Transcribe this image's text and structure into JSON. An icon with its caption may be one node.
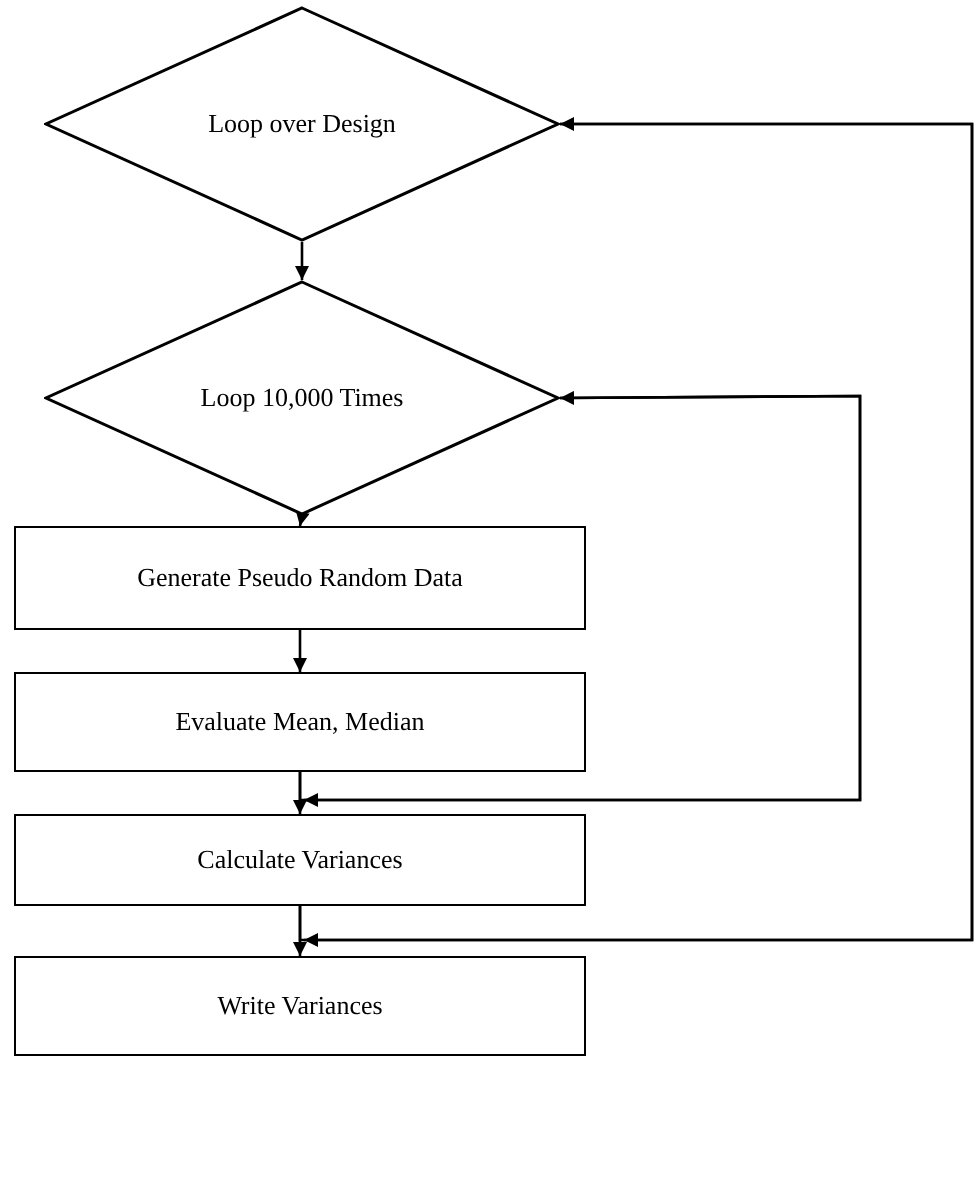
{
  "diagram": {
    "nodes": [
      {
        "text": [
          "Loop over Design"
        ]
      },
      {
        "text": [
          "Loop 10,000 Times"
        ]
      },
      {
        "text": [
          "Generate Pseudo Random Data"
        ]
      },
      {
        "text": [
          "Evaluate Mean, Median"
        ]
      },
      {
        "text": [
          "Calculate Variances"
        ]
      },
      {
        "text": [
          "Write Variances"
        ]
      }
    ],
    "edges": [
      {
        "from": 0,
        "to": 1,
        "arrow": "to"
      },
      {
        "from": 1,
        "to": 2,
        "arrow": "to"
      },
      {
        "from": 2,
        "to": 3,
        "arrow": "to"
      },
      {
        "from": 3,
        "to": 4,
        "arrow": "to"
      },
      {
        "from": 3,
        "to": 1,
        "arrow": "to"
      },
      {
        "from": 1,
        "to": 4,
        "arrow": "to"
      },
      {
        "from": 4,
        "to": 5,
        "arrow": "to"
      },
      {
        "from": 4,
        "to": 0,
        "arrow": "to"
      },
      {
        "from": 0,
        "to": 5,
        "arrow": "to"
      }
    ]
  }
}
